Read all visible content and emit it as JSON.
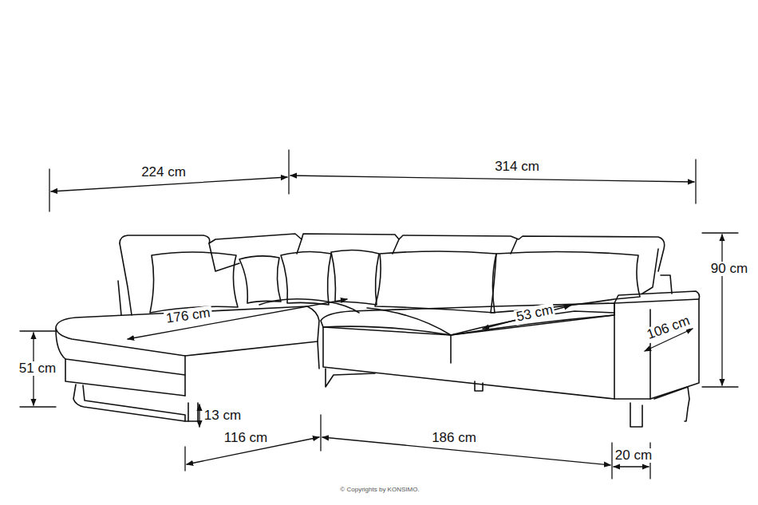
{
  "diagram": {
    "labels": [
      "224 cm",
      "314 cm",
      "90 cm",
      "176 cm",
      "53 cm",
      "106 cm",
      "51 cm",
      "13 cm",
      "116 cm",
      "186 cm",
      "20 cm",
      "© Copyrights by KONSIMO."
    ]
  }
}
